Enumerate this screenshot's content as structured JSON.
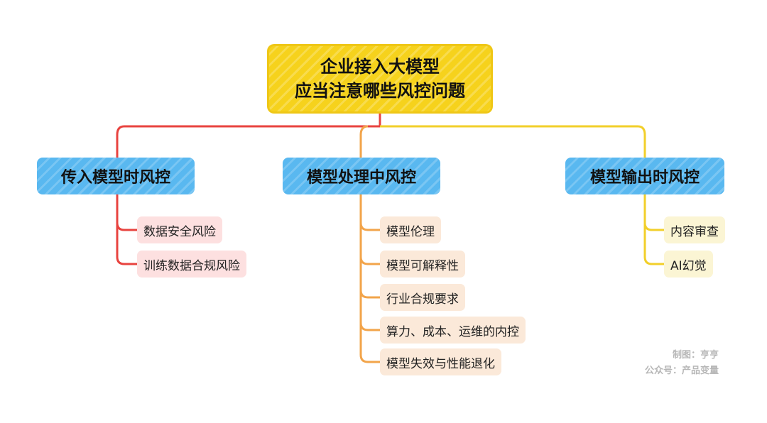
{
  "root": {
    "line1": "企业接入大模型",
    "line2": "应当注意哪些风控问题"
  },
  "branches": [
    {
      "title": "传入模型时风控",
      "items": [
        "数据安全风险",
        "训练数据合规风险"
      ]
    },
    {
      "title": "模型处理中风控",
      "items": [
        "模型伦理",
        "模型可解释性",
        "行业合规要求",
        "算力、成本、运维的内控",
        "模型失效与性能退化"
      ]
    },
    {
      "title": "模型输出时风控",
      "items": [
        "内容审查",
        "AI幻觉"
      ]
    }
  ],
  "credit": {
    "line1": "制图：亨亨",
    "line2": "公众号：产品变量"
  },
  "colors": {
    "root": "#f6d21c",
    "category": "#59b8f0",
    "branch_red": "#e8433f",
    "branch_orange": "#f2a44a",
    "branch_yellow": "#f2cf2a",
    "leaf_red": "#fde0e0",
    "leaf_orange": "#fbe9d9",
    "leaf_yellow": "#fbf5d4"
  }
}
